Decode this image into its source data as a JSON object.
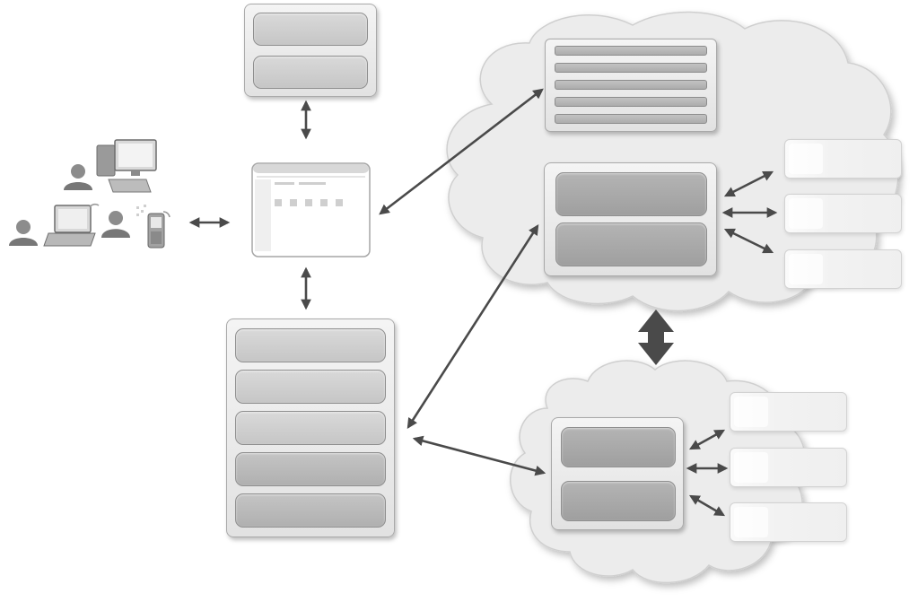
{
  "diagram": {
    "kind": "system-architecture",
    "colors": {
      "connector": "#4a4a4a",
      "cloud_fill": "#ececec",
      "panel_fill": "#e6e6e6",
      "bar_fill": "#bdbdbd",
      "external_fill": "#f6f6f6"
    },
    "icons": [
      "user-icon",
      "desktop-computer-icon",
      "laptop-icon",
      "mobile-phone-icon",
      "wireless-signal-icon",
      "browser-window-icon"
    ],
    "nodes": {
      "top_box_rows": 2,
      "left_stack_rows": 5,
      "cloud_main_list_rows": 5,
      "cloud_main_server_rows": 2,
      "cloud_main_external_services": 3,
      "cloud_secondary_server_rows": 2,
      "cloud_secondary_external_services": 3
    }
  }
}
